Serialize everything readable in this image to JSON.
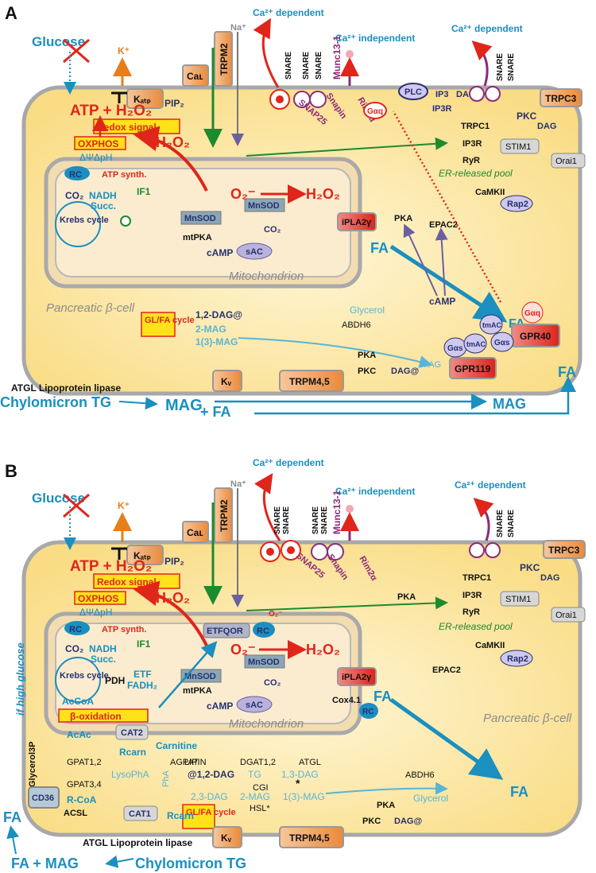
{
  "panelA": {
    "letter": "A",
    "glucose": "Glucose",
    "kplus": "K⁺",
    "katp": "Kₐₜₚ",
    "cal": "Caʟ",
    "trpm2": "TRPM2",
    "na": "Na⁺",
    "ca_dep_left": "Ca²⁺ dependent",
    "ca_indep": "Ca²⁺ independent",
    "ca_dep_right": "Ca²⁺ dependent",
    "snare1": "SNARE",
    "snare2": "SNARE",
    "snare3": "SNARE",
    "snare4": "SNARE",
    "snare5": "SNARE",
    "snap25": "SNAP25",
    "snapin": "Snapin",
    "rim2a": "Rim2α",
    "munc": "Munc13-1",
    "plc": "PLC",
    "gaq": "Gαq",
    "ip3": "IP3",
    "dag": "DAG",
    "ip3r": "IP3R",
    "trpc1": "TRPC1",
    "trpc3": "TRPC3",
    "pkc": "PKC",
    "stim1": "STIM1",
    "orai1": "Orai1",
    "ryr": "RyR",
    "camkii": "CaMKII",
    "rap2": "Rap2",
    "epac2": "EPAC2",
    "pka": "PKA",
    "er_pool": "ER-released pool",
    "atp_h2o2": "ATP + H₂O₂",
    "pip2": "PIP₂",
    "redox": "Redox  signal",
    "oxphos": "OXPHOS",
    "psi": "ΔΨΔpH",
    "h2o2": "H₂O₂",
    "rc": "RC",
    "atp_synth": "ATP synth.",
    "if1": "IF1",
    "co2": "CO₂",
    "nadh": "NADH",
    "succ": "Succ.",
    "krebs": "Krebs cycle",
    "mnsod1": "MnSOD",
    "mnsod2": "MnSOD",
    "o2": "O₂⁻",
    "h2o2b": "H₂O₂",
    "ipla2": "iPLA2γ",
    "mtpka": "mtPKA",
    "camp": "cAMP",
    "sac": "sAC",
    "co2b": "CO₂",
    "mito": "Mitochondrion",
    "fa": "FA",
    "fa2": "FA",
    "cell": "Pancreatic β-cell",
    "glfa": "GL/FA cycle",
    "dag12": "1,2-DAG@",
    "mag2": "2-MAG",
    "mag13": "1(3)-MAG",
    "glycerol": "Glycerol",
    "abdh6": "ABDH6",
    "camp2": "cAMP",
    "tmac": "tmAC",
    "gas": "Gαs",
    "gpr40": "GPR40",
    "gpr119": "GPR119",
    "pka2": "PKA",
    "pkc2": "PKC",
    "dag2": "DAG@",
    "mag_small": "MAG",
    "kv": "Kᵥ",
    "trpm45": "TRPM4,5",
    "atgl": "ATGL Lipoprotein lipase",
    "chylo": "Chylomicron TG",
    "mag_big": "MAG",
    "plus_fa": "+ FA",
    "mag_right": "MAG",
    "fa_right": "FA"
  },
  "panelB": {
    "letter": "B",
    "glucose": "Glucose",
    "kplus": "K⁺",
    "katp": "Kₐₜₚ",
    "cal": "Caʟ",
    "trpm2": "TRPM2",
    "na": "Na⁺",
    "ca_dep_left": "Ca²⁺ dependent",
    "ca_indep": "Ca²⁺ independent",
    "ca_dep_right": "Ca²⁺ dependent",
    "snare1": "SNARE",
    "snare2": "SNARE",
    "snare3": "SNARE",
    "snare4": "SNARE",
    "snare5": "SNARE",
    "snare6": "SNARE",
    "snap25": "SNAP25",
    "snapin": "Snapin",
    "rim2a": "Rim2α",
    "munc": "Munc13-1",
    "pka": "PKA",
    "trpc3": "TRPC3",
    "trpc1": "TRPC1",
    "pkc": "PKC",
    "dag": "DAG",
    "ip3r": "IP3R",
    "stim1": "STIM1",
    "orai1": "Orai1",
    "ryr": "RyR",
    "camkii": "CaMKII",
    "rap2": "Rap2",
    "epac2": "EPAC2",
    "er_pool": "ER-released pool",
    "atp_h2o2": "ATP + H₂O₂",
    "pip2": "PIP₂",
    "redox": "Redox  signal",
    "oxphos": "OXPHOS",
    "psi": "ΔΨΔpH",
    "h2o2": "H₂O₂",
    "rc": "RC",
    "atp_synth": "ATP synth.",
    "if1": "IF1",
    "co2": "CO₂",
    "nadh": "NADH",
    "succ": "Succ.",
    "krebs": "Krebs cycle",
    "pdh": "PDH",
    "etf": "ETF",
    "fadh2": "FADH₂",
    "acoa": "AcCoA",
    "boxid": "β-oxidation",
    "acac": "AcAc",
    "etfqor": "ETFQOR",
    "rc2": "RC",
    "o2": "O₂⁻",
    "o2small": "O₂⁻",
    "mnsod1": "MnSOD",
    "mnsod2": "MnSOD",
    "h2o2b": "H₂O₂",
    "ipla2": "iPLA2γ",
    "cox": "Cox4.1",
    "rc3": "RC",
    "fa": "FA",
    "mtpka": "mtPKA",
    "camp": "cAMP",
    "sac": "sAC",
    "co2b": "CO₂",
    "mito": "Mitochondrion",
    "cat2": "CAT2",
    "carnitine": "Carnitine",
    "rcarn": "Rcarn",
    "rcarn2": "Rcarn",
    "cell": "Pancreatic β-cell",
    "high_glucose": "if high glucose",
    "glycerol3p": "Glycerol3P",
    "gpat12": "GPAT1,2",
    "gpat34": "GPAT3,4",
    "lysopha": "LysoPhA",
    "agpat": "AGPAT",
    "pha": "PhA",
    "lipin": "LIPIN",
    "dag12": "@1,2-DAG",
    "dgat": "DGAT1,2",
    "tg": "TG",
    "atgl_in": "ATGL",
    "dag13": "1,3-DAG",
    "star": "*",
    "cgi": "CGI",
    "dag23": "2,3-DAG",
    "mag2": "2-MAG",
    "mag13": "1(3)-MAG",
    "hsl": "HSL*",
    "abdh6": "ABDH6",
    "glycerol": "Glycerol",
    "glfa": "GL/FA cycle",
    "cd36": "CD36",
    "rcoa": "R-CoA",
    "acsl": "ACSL",
    "cat1": "CAT1",
    "pka2": "PKA",
    "pkc2": "PKC",
    "dag2": "DAG@",
    "kv": "Kᵥ",
    "trpm45": "TRPM4,5",
    "fa_left": "FA",
    "fa_big": "FA",
    "atgl": "ATGL Lipoprotein lipase",
    "fa_mag": "FA  + MAG",
    "chylo": "Chylomicron TG"
  },
  "colors": {
    "cell_fill": "#fbe7a6",
    "cell_stroke": "#a8a8a8",
    "blue": "#1a8fc0",
    "green": "#1d8a2d",
    "red": "#e0251b",
    "navy": "#27306e",
    "orange": "#e67e1a",
    "purple": "#8a2c7a"
  }
}
